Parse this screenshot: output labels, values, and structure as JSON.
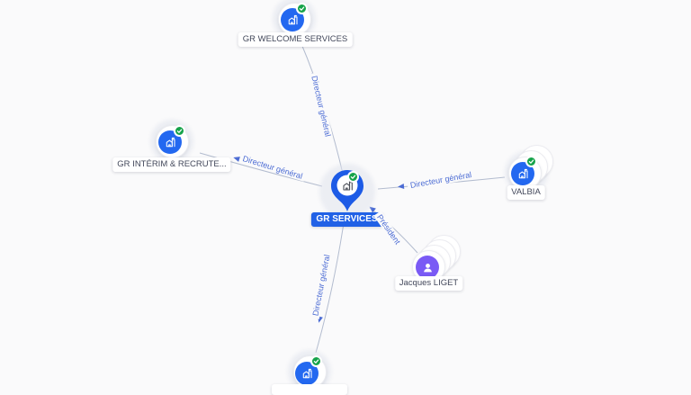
{
  "canvas": {
    "background": "#fafafb"
  },
  "colors": {
    "company_blue": "#2368f0",
    "pin_blue": "#1d5be6",
    "selected_label_bg": "#2161e6",
    "verified_green": "#16a34a",
    "person_purple": "#7a5af5",
    "edge_line": "#b3bccf",
    "edge_text": "#4c6cd4",
    "node_label_text": "#42475a"
  },
  "nodes": {
    "center": {
      "label": "GR SERVICES",
      "type": "company",
      "verified": true,
      "selected": true
    },
    "top": {
      "label": "GR WELCOME SERVICES",
      "type": "company",
      "verified": true
    },
    "left": {
      "label": "GR INTÉRIM & RECRUTE...",
      "type": "company",
      "verified": true
    },
    "right": {
      "label": "VALBIA",
      "type": "company",
      "verified": true,
      "stacked": true
    },
    "person": {
      "label": "Jacques LIGET",
      "type": "person",
      "stacked": true
    },
    "bottom": {
      "label": "",
      "type": "company",
      "verified": true
    }
  },
  "edges": [
    {
      "label": "Directeur général",
      "from": "GR SERVICES",
      "to": "GR WELCOME SERVICES"
    },
    {
      "label": "Directeur général",
      "from": "GR SERVICES",
      "to": "GR INTÉRIM & RECRUTE..."
    },
    {
      "label": "Directeur général",
      "from": "VALBIA",
      "to": "GR SERVICES"
    },
    {
      "label": "Président",
      "from": "Jacques LIGET",
      "to": "GR SERVICES"
    },
    {
      "label": "Directeur général",
      "from": "GR SERVICES",
      "to": "bottom-company"
    }
  ],
  "icons": {
    "verified_check": "✓",
    "company": "building-icon",
    "person": "user-icon",
    "center_marker": "map-pin-icon"
  }
}
